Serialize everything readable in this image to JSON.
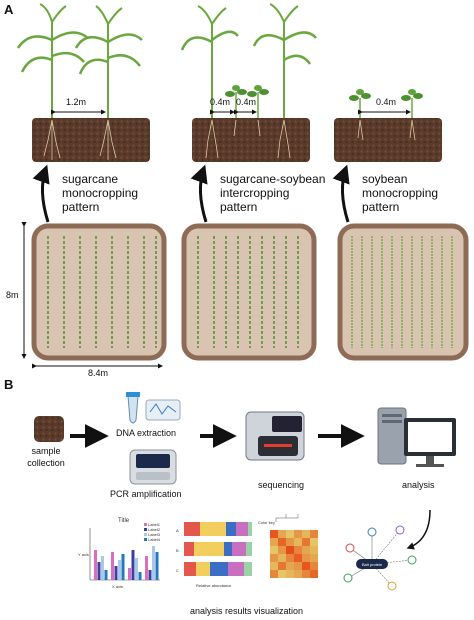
{
  "panel_a": {
    "letter": "A",
    "patterns": [
      {
        "line1": "sugarcane",
        "line2": "monocropping",
        "line3": "pattern"
      },
      {
        "line1": "sugarcane-soybean",
        "line2": "intercropping",
        "line3": "pattern"
      },
      {
        "line1": "soybean",
        "line2": "monocropping",
        "line3": "pattern"
      }
    ],
    "spacing": {
      "sugarcane": "1.2m",
      "intercrop_left": "0.4m",
      "intercrop_right": "0.4m",
      "soybean": "0.4m"
    },
    "plot": {
      "height": "8m",
      "width": "8.4m"
    }
  },
  "panel_b": {
    "letter": "B",
    "steps": {
      "sample": {
        "line1": "sample",
        "line2": "collection"
      },
      "dna": "DNA extraction",
      "pcr": "PCR amplification",
      "sequencing": "sequencing",
      "analysis": "analysis"
    },
    "results_label": "analysis results visualization",
    "bar_chart": {
      "title": "Title",
      "legend": [
        "Label1",
        "Label2",
        "Label3",
        "Label4"
      ],
      "xlabel": "X axis",
      "ylabel": "Y axis"
    },
    "stacked_bar": {
      "rows": [
        "A",
        "B",
        "C"
      ],
      "xlabel": "Relative abundance"
    },
    "heatmap": {
      "legend_title": "Color key"
    },
    "network": {
      "center_label": "Bait protein"
    }
  },
  "colors": {
    "soil": "#5a3a2a",
    "field_fill": "#d8c4b0",
    "field_border": "#8e6b55",
    "leaf": "#5a9a3a",
    "arrow": "#111111"
  }
}
